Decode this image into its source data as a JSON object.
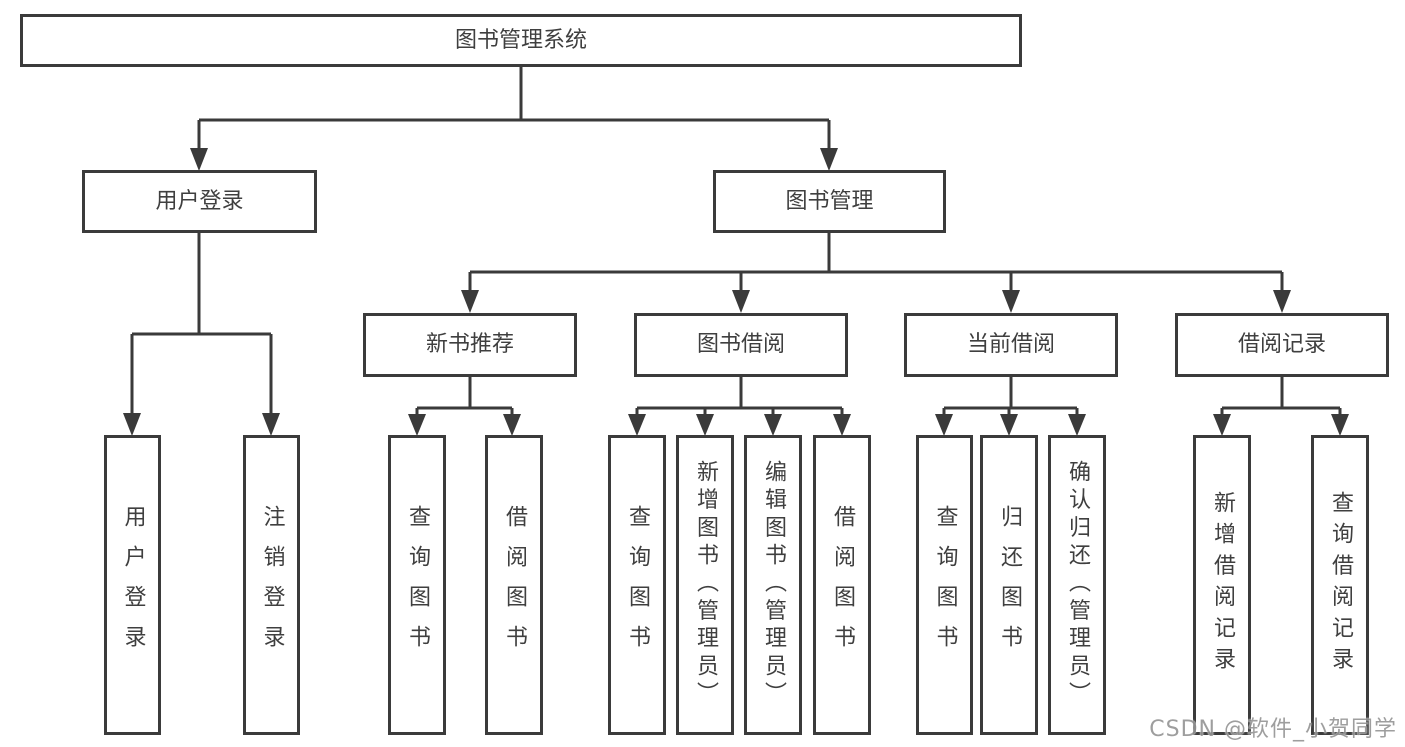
{
  "watermark": "CSDN @软件_小贺同学",
  "colors": {
    "box_border": "#3b3b3b",
    "text": "#3f3f3f",
    "connector": "#3a3a3a",
    "watermark": "#949494",
    "background": "#ffffff"
  },
  "diagram": {
    "type": "hierarchy-tree",
    "root": {
      "label": "图书管理系统",
      "children": [
        {
          "label": "用户登录",
          "children": [
            {
              "label": "用户登录"
            },
            {
              "label": "注销登录"
            }
          ]
        },
        {
          "label": "图书管理",
          "children": [
            {
              "label": "新书推荐",
              "children": [
                {
                  "label": "查询图书"
                },
                {
                  "label": "借阅图书"
                }
              ]
            },
            {
              "label": "图书借阅",
              "children": [
                {
                  "label": "查询图书"
                },
                {
                  "label": "新增图书（管理员）"
                },
                {
                  "label": "编辑图书（管理员）"
                },
                {
                  "label": "借阅图书"
                }
              ]
            },
            {
              "label": "当前借阅",
              "children": [
                {
                  "label": "查询图书"
                },
                {
                  "label": "归还图书"
                },
                {
                  "label": "确认归还（管理员）"
                }
              ]
            },
            {
              "label": "借阅记录",
              "children": [
                {
                  "label": "新增借阅记录"
                },
                {
                  "label": "查询借阅记录"
                }
              ]
            }
          ]
        }
      ]
    }
  }
}
